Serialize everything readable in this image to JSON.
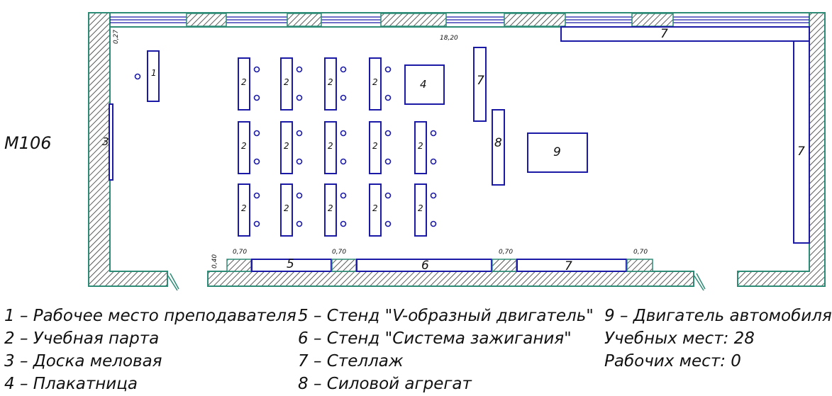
{
  "room_label": "М106",
  "dimensions": {
    "length": "18,20",
    "wall_offset": "0,27",
    "segment_width": "0,70",
    "sill_height": "0,40"
  },
  "item_labels": {
    "teacher": "1",
    "desk": "2",
    "board": "3",
    "poster": "4",
    "stand_v": "5",
    "stand_ign": "6",
    "rack": "7",
    "power_unit": "8",
    "engine": "9"
  },
  "legend": {
    "col1": [
      "1 – Рабочее место преподавателя",
      "2 – Учебная парта",
      "3 – Доска меловая",
      "4 – Плакатница"
    ],
    "col2": [
      "5 – Стенд \"V-образный двигатель\"",
      "6 – Стенд \"Система зажигания\"",
      "7 – Стеллаж",
      "8 – Силовой агрегат"
    ],
    "col3": [
      "9 – Двигатель автомобиля",
      "Учебных мест: 28",
      "Рабочих мест: 0"
    ]
  },
  "colors": {
    "wall": "#2e8b76",
    "furniture": "#1a1aa6",
    "hatch": "#333333"
  }
}
